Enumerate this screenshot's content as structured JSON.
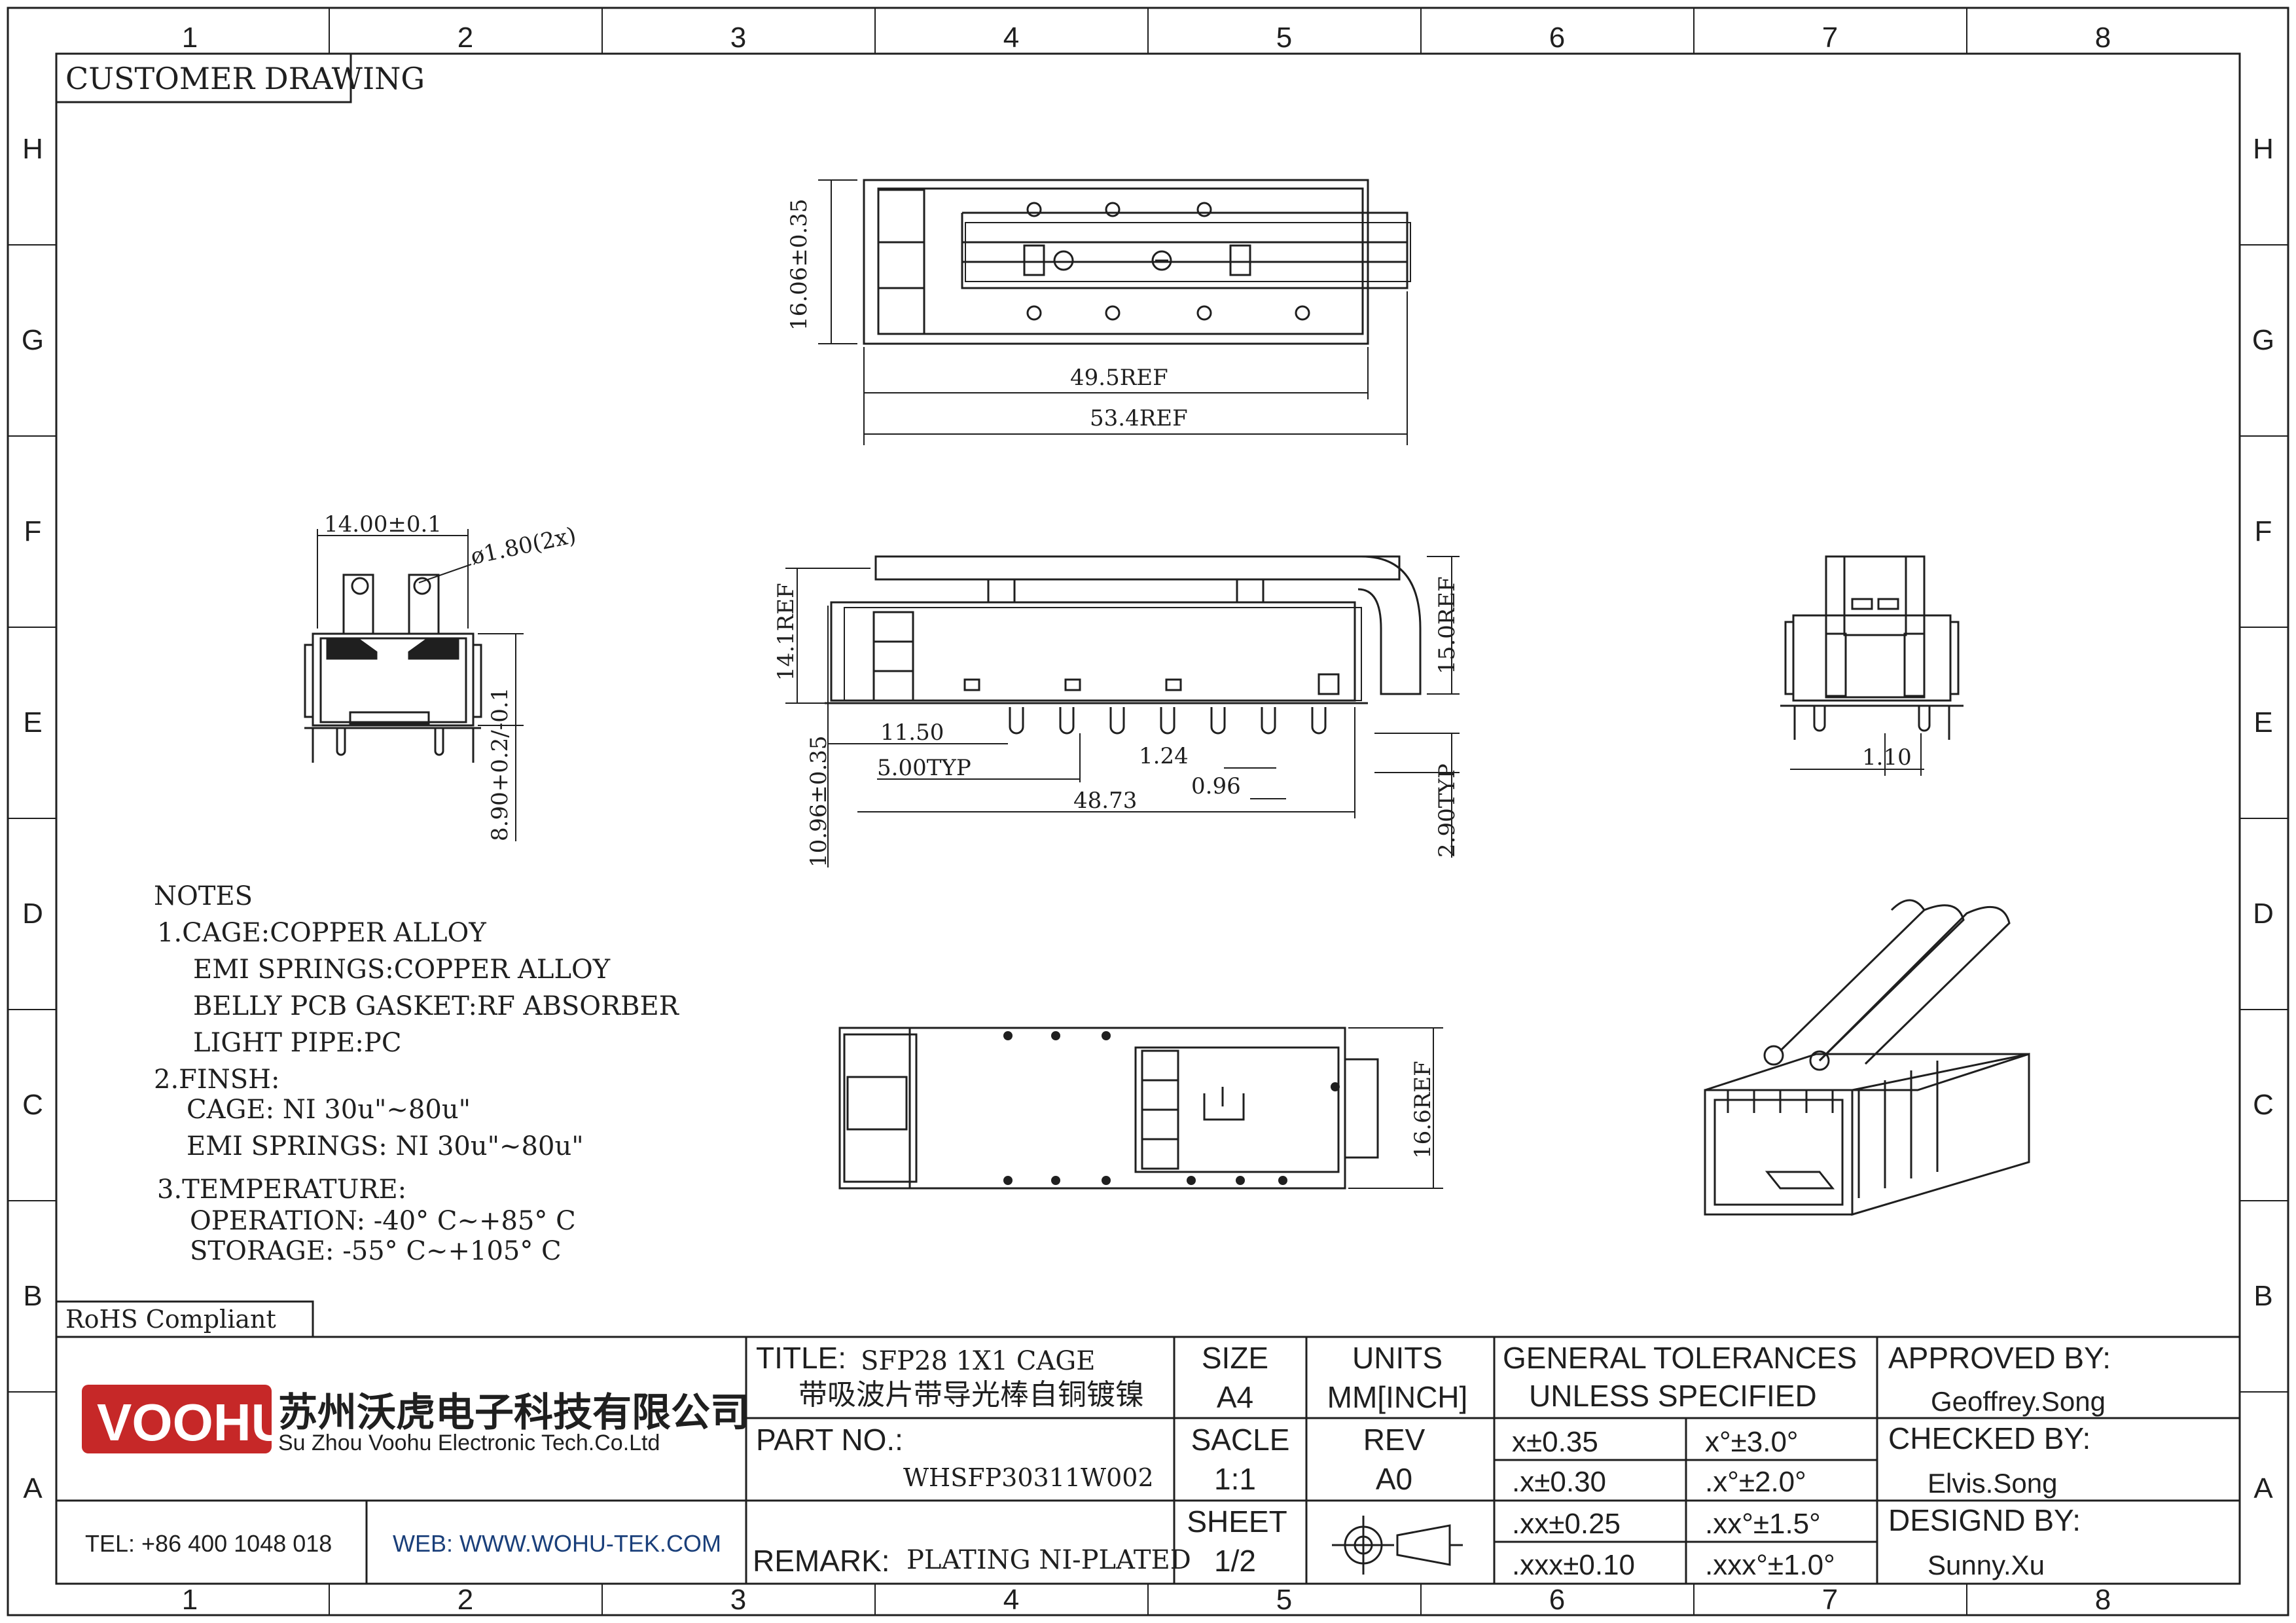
{
  "border": {
    "columns": [
      "1",
      "2",
      "3",
      "4",
      "5",
      "6",
      "7",
      "8"
    ],
    "rows": [
      "H",
      "G",
      "F",
      "E",
      "D",
      "C",
      "B",
      "A"
    ]
  },
  "labels": {
    "customer_drawing": "CUSTOMER DRAWING",
    "rohs": "RoHS Compliant"
  },
  "dimensions": {
    "top_height": "16.06±0.35",
    "top_len_ref": "49.5REF",
    "top_total_ref": "53.4REF",
    "end_width": "14.00±0.1",
    "end_holes": "ø1.80(2x)",
    "end_height": "8.90+0.2/-0.1",
    "side_height_ref": "14.1REF",
    "side_light_pipe": "15.0REF",
    "side_pin_offset": "10.96±0.35",
    "side_11_50": "11.50",
    "side_5_00": "5.00TYP",
    "side_1_24": "1.24",
    "side_0_96": "0.96",
    "side_48_73": "48.73",
    "side_2_90": "2.90TYP",
    "right_pitch": "1.10",
    "bottom_width_ref": "16.6REF"
  },
  "notes": {
    "heading": "NOTES",
    "lines": [
      "1.CAGE:COPPER ALLOY",
      "EMI SPRINGS:COPPER ALLOY",
      "BELLY PCB GASKET:RF ABSORBER",
      "LIGHT PIPE:PC",
      "2.FINSH:",
      "CAGE: NI 30u\"~80u\"",
      "EMI SPRINGS:  NI 30u\"~80u\"",
      "3.TEMPERATURE:",
      "OPERATION: -40° C~+85° C",
      "STORAGE:  -55° C~+105° C"
    ]
  },
  "title_block": {
    "logo": "VOOHU",
    "company_cn": "苏州沃虎电子科技有限公司",
    "company_en": "Su Zhou Voohu Electronic Tech.Co.Ltd",
    "tel": "TEL: +86 400 1048 018",
    "web": "WEB: WWW.WOHU-TEK.COM",
    "title_label": "TITLE:",
    "title_value": "SFP28 1X1 CAGE",
    "title_cn": "带吸波片带导光棒自铜镀镍",
    "part_label": "PART NO.:",
    "part_value": "WHSFP30311W002",
    "remark_label": "REMARK:",
    "remark_value": "PLATING NI-PLATED",
    "size_label": "SIZE",
    "size_value": "A4",
    "units_label": "UNITS",
    "units_value": "MM[INCH]",
    "scale_label": "SACLE",
    "scale_value": "1:1",
    "rev_label": "REV",
    "rev_value": "A0",
    "sheet_label": "SHEET",
    "sheet_value": "1/2",
    "tol_title_1": "GENERAL TOLERANCES",
    "tol_title_2": "UNLESS SPECIFIED",
    "tolerances": [
      [
        "x±0.35",
        "x°±3.0°"
      ],
      [
        ".x±0.30",
        ".x°±2.0°"
      ],
      [
        ".xx±0.25",
        ".xx°±1.5°"
      ],
      [
        ".xxx±0.10",
        ".xxx°±1.0°"
      ]
    ],
    "approved_label": "APPROVED BY:",
    "approved_value": "Geoffrey.Song",
    "checked_label": "CHECKED BY:",
    "checked_value": "Elvis.Song",
    "designed_label": "DESIGND BY:",
    "designed_value": "Sunny.Xu"
  },
  "colors": {
    "line": "#1f1f1f",
    "logo_red": "#c62828"
  }
}
